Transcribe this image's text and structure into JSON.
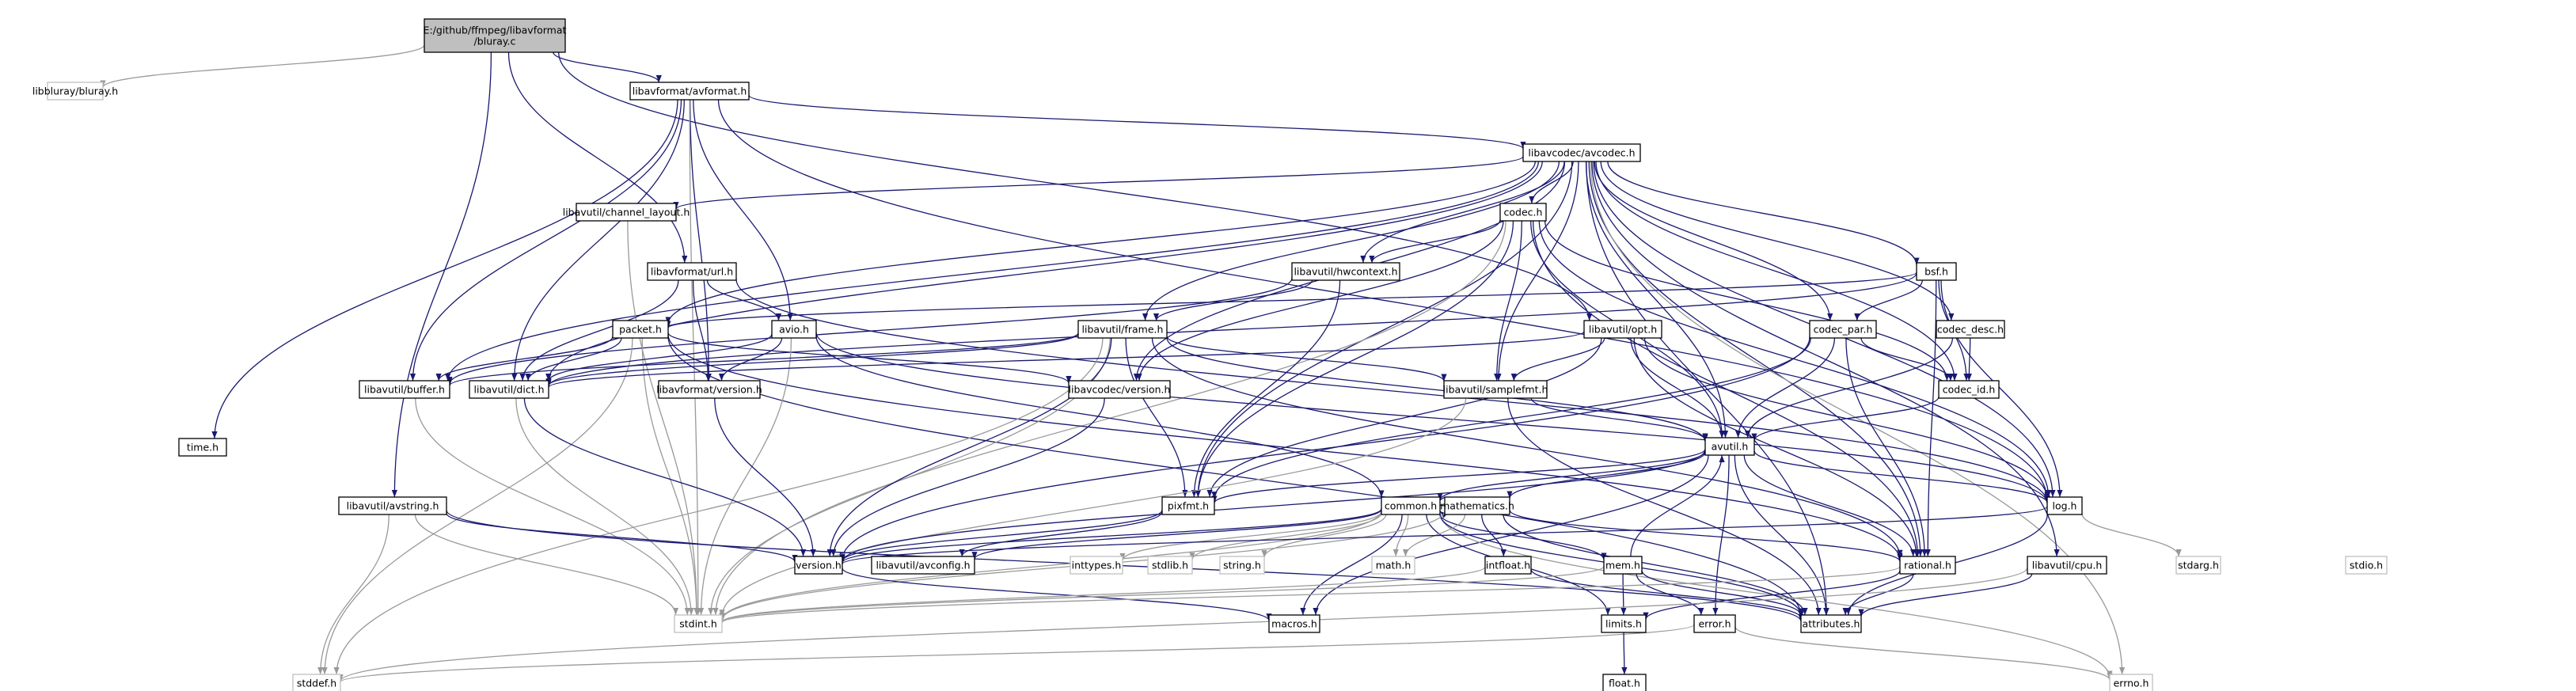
{
  "colors": {
    "edge": "#191970",
    "edge_external": "#999999",
    "node_border": "#000000",
    "node_border_external": "#bfbfbf",
    "root_fill": "#bfbfbf",
    "node_fill": "#ffffff"
  },
  "nodes": [
    {
      "id": "root",
      "lines": [
        "E:/github/ffmpeg/libavformat",
        "/bluray.c"
      ],
      "kind": "root"
    },
    {
      "id": "libbluray",
      "lines": [
        "libbluray/bluray.h"
      ],
      "kind": "external"
    },
    {
      "id": "avformat",
      "lines": [
        "libavformat/avformat.h"
      ],
      "kind": "normal"
    },
    {
      "id": "avcodec",
      "lines": [
        "libavcodec/avcodec.h"
      ],
      "kind": "normal"
    },
    {
      "id": "time",
      "lines": [
        "time.h"
      ],
      "kind": "normal"
    },
    {
      "id": "channel_layout",
      "lines": [
        "libavutil/channel_layout.h"
      ],
      "kind": "normal"
    },
    {
      "id": "codec",
      "lines": [
        "codec.h"
      ],
      "kind": "normal"
    },
    {
      "id": "url",
      "lines": [
        "libavformat/url.h"
      ],
      "kind": "normal"
    },
    {
      "id": "hwcontext",
      "lines": [
        "libavutil/hwcontext.h"
      ],
      "kind": "normal"
    },
    {
      "id": "bsf",
      "lines": [
        "bsf.h"
      ],
      "kind": "normal"
    },
    {
      "id": "packet",
      "lines": [
        "packet.h"
      ],
      "kind": "normal"
    },
    {
      "id": "avio",
      "lines": [
        "avio.h"
      ],
      "kind": "normal"
    },
    {
      "id": "frame",
      "lines": [
        "libavutil/frame.h"
      ],
      "kind": "normal"
    },
    {
      "id": "opt",
      "lines": [
        "libavutil/opt.h"
      ],
      "kind": "normal"
    },
    {
      "id": "codec_par",
      "lines": [
        "codec_par.h"
      ],
      "kind": "normal"
    },
    {
      "id": "codec_desc",
      "lines": [
        "codec_desc.h"
      ],
      "kind": "normal"
    },
    {
      "id": "buffer",
      "lines": [
        "libavutil/buffer.h"
      ],
      "kind": "normal"
    },
    {
      "id": "dict",
      "lines": [
        "libavutil/dict.h"
      ],
      "kind": "normal"
    },
    {
      "id": "lavf_version",
      "lines": [
        "libavformat/version.h"
      ],
      "kind": "normal"
    },
    {
      "id": "lavc_version",
      "lines": [
        "libavcodec/version.h"
      ],
      "kind": "normal"
    },
    {
      "id": "samplefmt",
      "lines": [
        "libavutil/samplefmt.h"
      ],
      "kind": "normal"
    },
    {
      "id": "codec_id",
      "lines": [
        "codec_id.h"
      ],
      "kind": "normal"
    },
    {
      "id": "avutil",
      "lines": [
        "avutil.h"
      ],
      "kind": "normal"
    },
    {
      "id": "avstring",
      "lines": [
        "libavutil/avstring.h"
      ],
      "kind": "normal"
    },
    {
      "id": "pixfmt",
      "lines": [
        "pixfmt.h"
      ],
      "kind": "normal"
    },
    {
      "id": "common",
      "lines": [
        "common.h"
      ],
      "kind": "normal"
    },
    {
      "id": "mathematics",
      "lines": [
        "mathematics.h"
      ],
      "kind": "normal"
    },
    {
      "id": "log",
      "lines": [
        "log.h"
      ],
      "kind": "normal"
    },
    {
      "id": "version",
      "lines": [
        "version.h"
      ],
      "kind": "normal"
    },
    {
      "id": "avconfig",
      "lines": [
        "libavutil/avconfig.h"
      ],
      "kind": "normal"
    },
    {
      "id": "inttypes",
      "lines": [
        "inttypes.h"
      ],
      "kind": "external"
    },
    {
      "id": "stdlib",
      "lines": [
        "stdlib.h"
      ],
      "kind": "external"
    },
    {
      "id": "string",
      "lines": [
        "string.h"
      ],
      "kind": "external"
    },
    {
      "id": "math",
      "lines": [
        "math.h"
      ],
      "kind": "external"
    },
    {
      "id": "intfloat",
      "lines": [
        "intfloat.h"
      ],
      "kind": "normal"
    },
    {
      "id": "mem",
      "lines": [
        "mem.h"
      ],
      "kind": "normal"
    },
    {
      "id": "rational",
      "lines": [
        "rational.h"
      ],
      "kind": "normal"
    },
    {
      "id": "stdarg",
      "lines": [
        "stdarg.h"
      ],
      "kind": "external"
    },
    {
      "id": "stdio",
      "lines": [
        "stdio.h"
      ],
      "kind": "external"
    },
    {
      "id": "cpu",
      "lines": [
        "libavutil/cpu.h"
      ],
      "kind": "normal"
    },
    {
      "id": "stdint",
      "lines": [
        "stdint.h"
      ],
      "kind": "external"
    },
    {
      "id": "macros",
      "lines": [
        "macros.h"
      ],
      "kind": "normal"
    },
    {
      "id": "limits",
      "lines": [
        "limits.h"
      ],
      "kind": "normal"
    },
    {
      "id": "error",
      "lines": [
        "error.h"
      ],
      "kind": "normal"
    },
    {
      "id": "attributes",
      "lines": [
        "attributes.h"
      ],
      "kind": "normal"
    },
    {
      "id": "float",
      "lines": [
        "float.h"
      ],
      "kind": "normal"
    },
    {
      "id": "stddef",
      "lines": [
        "stddef.h"
      ],
      "kind": "external"
    },
    {
      "id": "errno",
      "lines": [
        "errno.h"
      ],
      "kind": "external"
    }
  ],
  "edges": [
    [
      "root",
      "libbluray"
    ],
    [
      "root",
      "avformat"
    ],
    [
      "root",
      "url"
    ],
    [
      "root",
      "opt"
    ],
    [
      "root",
      "avstring"
    ],
    [
      "avformat",
      "avcodec"
    ],
    [
      "avformat",
      "time"
    ],
    [
      "avformat",
      "avio"
    ],
    [
      "avformat",
      "dict"
    ],
    [
      "avformat",
      "lavf_version"
    ],
    [
      "avformat",
      "stdint"
    ],
    [
      "avformat",
      "log"
    ],
    [
      "avformat",
      "buffer"
    ],
    [
      "avcodec",
      "channel_layout"
    ],
    [
      "avcodec",
      "codec"
    ],
    [
      "avcodec",
      "hwcontext"
    ],
    [
      "avcodec",
      "bsf"
    ],
    [
      "avcodec",
      "packet"
    ],
    [
      "avcodec",
      "frame"
    ],
    [
      "avcodec",
      "codec_par"
    ],
    [
      "avcodec",
      "codec_desc"
    ],
    [
      "avcodec",
      "lavc_version"
    ],
    [
      "avcodec",
      "samplefmt"
    ],
    [
      "avcodec",
      "codec_id"
    ],
    [
      "avcodec",
      "avutil"
    ],
    [
      "avcodec",
      "pixfmt"
    ],
    [
      "avcodec",
      "log"
    ],
    [
      "avcodec",
      "rational"
    ],
    [
      "avcodec",
      "attributes"
    ],
    [
      "avcodec",
      "errno"
    ],
    [
      "avcodec",
      "buffer"
    ],
    [
      "avcodec",
      "dict"
    ],
    [
      "avcodec",
      "cpu"
    ],
    [
      "channel_layout",
      "stdint"
    ],
    [
      "codec",
      "hwcontext"
    ],
    [
      "codec",
      "lavc_version"
    ],
    [
      "codec",
      "samplefmt"
    ],
    [
      "codec",
      "codec_id"
    ],
    [
      "codec",
      "avutil"
    ],
    [
      "codec",
      "pixfmt"
    ],
    [
      "codec",
      "log"
    ],
    [
      "codec",
      "rational"
    ],
    [
      "codec",
      "stdint"
    ],
    [
      "url",
      "avio"
    ],
    [
      "url",
      "dict"
    ],
    [
      "url",
      "lavf_version"
    ],
    [
      "url",
      "log"
    ],
    [
      "hwcontext",
      "frame"
    ],
    [
      "hwcontext",
      "buffer"
    ],
    [
      "hwcontext",
      "pixfmt"
    ],
    [
      "bsf",
      "packet"
    ],
    [
      "bsf",
      "codec_par"
    ],
    [
      "bsf",
      "codec_id"
    ],
    [
      "bsf",
      "dict"
    ],
    [
      "bsf",
      "log"
    ],
    [
      "bsf",
      "rational"
    ],
    [
      "packet",
      "buffer"
    ],
    [
      "packet",
      "dict"
    ],
    [
      "packet",
      "lavc_version"
    ],
    [
      "packet",
      "attributes"
    ],
    [
      "packet",
      "stddef"
    ],
    [
      "packet",
      "stdint"
    ],
    [
      "packet",
      "rational"
    ],
    [
      "avio",
      "dict"
    ],
    [
      "avio",
      "lavf_version"
    ],
    [
      "avio",
      "common"
    ],
    [
      "avio",
      "log"
    ],
    [
      "avio",
      "stdint"
    ],
    [
      "frame",
      "buffer"
    ],
    [
      "frame",
      "dict"
    ],
    [
      "frame",
      "samplefmt"
    ],
    [
      "frame",
      "avutil"
    ],
    [
      "frame",
      "pixfmt"
    ],
    [
      "frame",
      "rational"
    ],
    [
      "frame",
      "stddef"
    ],
    [
      "frame",
      "stdint"
    ],
    [
      "frame",
      "version"
    ],
    [
      "opt",
      "dict"
    ],
    [
      "opt",
      "samplefmt"
    ],
    [
      "opt",
      "avutil"
    ],
    [
      "opt",
      "pixfmt"
    ],
    [
      "opt",
      "log"
    ],
    [
      "opt",
      "rational"
    ],
    [
      "codec_par",
      "codec_id"
    ],
    [
      "codec_par",
      "avutil"
    ],
    [
      "codec_par",
      "pixfmt"
    ],
    [
      "codec_par",
      "rational"
    ],
    [
      "codec_par",
      "version"
    ],
    [
      "codec_desc",
      "codec_id"
    ],
    [
      "codec_desc",
      "avutil"
    ],
    [
      "buffer",
      "stdint"
    ],
    [
      "dict",
      "stdint"
    ],
    [
      "dict",
      "version"
    ],
    [
      "lavf_version",
      "version"
    ],
    [
      "lavc_version",
      "version"
    ],
    [
      "samplefmt",
      "avutil"
    ],
    [
      "samplefmt",
      "attributes"
    ],
    [
      "samplefmt",
      "stdint"
    ],
    [
      "codec_id",
      "avutil"
    ],
    [
      "avutil",
      "common"
    ],
    [
      "avutil",
      "mathematics"
    ],
    [
      "avutil",
      "log"
    ],
    [
      "avutil",
      "pixfmt"
    ],
    [
      "avutil",
      "rational"
    ],
    [
      "avutil",
      "error"
    ],
    [
      "avutil",
      "macros"
    ],
    [
      "avutil",
      "version"
    ],
    [
      "avutil",
      "attributes"
    ],
    [
      "avstring",
      "stddef"
    ],
    [
      "avstring",
      "stdint"
    ],
    [
      "avstring",
      "attributes"
    ],
    [
      "avstring",
      "version"
    ],
    [
      "pixfmt",
      "avconfig"
    ],
    [
      "pixfmt",
      "version"
    ],
    [
      "common",
      "errno"
    ],
    [
      "common",
      "inttypes"
    ],
    [
      "common",
      "limits"
    ],
    [
      "common",
      "math"
    ],
    [
      "common",
      "stdint"
    ],
    [
      "common",
      "stdlib"
    ],
    [
      "common",
      "string"
    ],
    [
      "common",
      "attributes"
    ],
    [
      "common",
      "macros"
    ],
    [
      "common",
      "version"
    ],
    [
      "common",
      "avconfig"
    ],
    [
      "common",
      "mem"
    ],
    [
      "common",
      "common"
    ],
    [
      "mathematics",
      "stdint"
    ],
    [
      "mathematics",
      "math"
    ],
    [
      "mathematics",
      "attributes"
    ],
    [
      "mathematics",
      "rational"
    ],
    [
      "mathematics",
      "intfloat"
    ],
    [
      "log",
      "stdarg"
    ],
    [
      "log",
      "attributes"
    ],
    [
      "log",
      "version"
    ],
    [
      "version",
      "macros"
    ],
    [
      "intfloat",
      "stdint"
    ],
    [
      "intfloat",
      "attributes"
    ],
    [
      "mem",
      "limits"
    ],
    [
      "mem",
      "stdint"
    ],
    [
      "mem",
      "attributes"
    ],
    [
      "mem",
      "error"
    ],
    [
      "mem",
      "avutil"
    ],
    [
      "rational",
      "stdint"
    ],
    [
      "rational",
      "limits"
    ],
    [
      "rational",
      "attributes"
    ],
    [
      "cpu",
      "stddef"
    ],
    [
      "cpu",
      "attributes"
    ],
    [
      "error",
      "errno"
    ],
    [
      "error",
      "stddef"
    ],
    [
      "limits",
      "float"
    ]
  ]
}
